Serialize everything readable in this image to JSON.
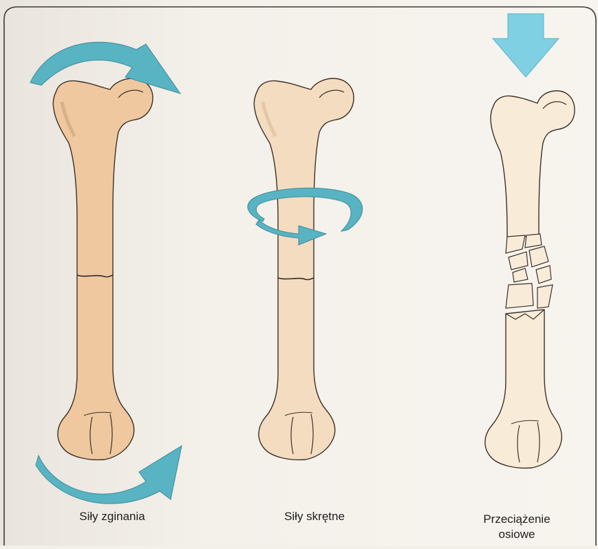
{
  "figure": {
    "panels": [
      {
        "id": "bending",
        "caption": "Siły zginania",
        "bone_fill": "#efc8a0",
        "arrow_color": "#58b3c2",
        "arrow_icon": "curved-arrow-icon"
      },
      {
        "id": "torsion",
        "caption": "Siły skrętne",
        "bone_fill": "#f4dcc0",
        "arrow_color": "#58b3c2",
        "arrow_icon": "rotation-arrow-icon"
      },
      {
        "id": "axial",
        "caption_line1": "Przeciążenie",
        "caption_line2": "osiowe",
        "bone_fill": "#f8ecd9",
        "arrow_color": "#7fd0e2",
        "arrow_icon": "down-arrow-icon"
      }
    ],
    "background": "#f3efe9",
    "frame_color": "#3a3a3a"
  }
}
